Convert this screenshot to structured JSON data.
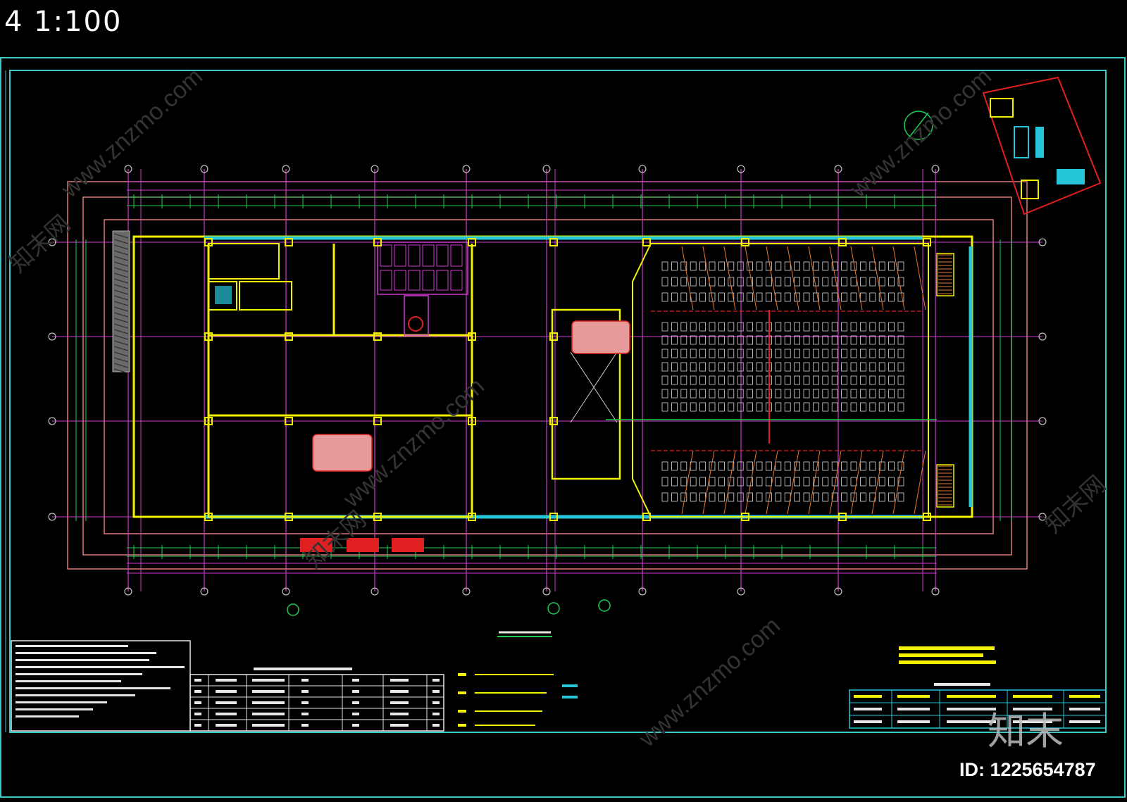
{
  "header": {
    "scale_label": "4  1:100"
  },
  "watermark": {
    "domain_text": "www.znzmo.com",
    "brand_text": "知末网"
  },
  "footer": {
    "logo_text": "知末",
    "id_label": "ID: 1225654787"
  },
  "colors": {
    "background": "#000000",
    "frame": "#3fc7c7",
    "axis": "#d23cd2",
    "wall": "#f2f200",
    "glass": "#26c6da",
    "pipe_red": "#e02020",
    "dimension": "#22cc55",
    "boundary": "#e07a7a",
    "seat_stroke": "#d9d9d9",
    "note_text": "#f2f200",
    "orange": "#e67a2e"
  },
  "icons": [
    "north-arrow-icon",
    "location-key-plan-icon",
    "section-mark-icon"
  ]
}
